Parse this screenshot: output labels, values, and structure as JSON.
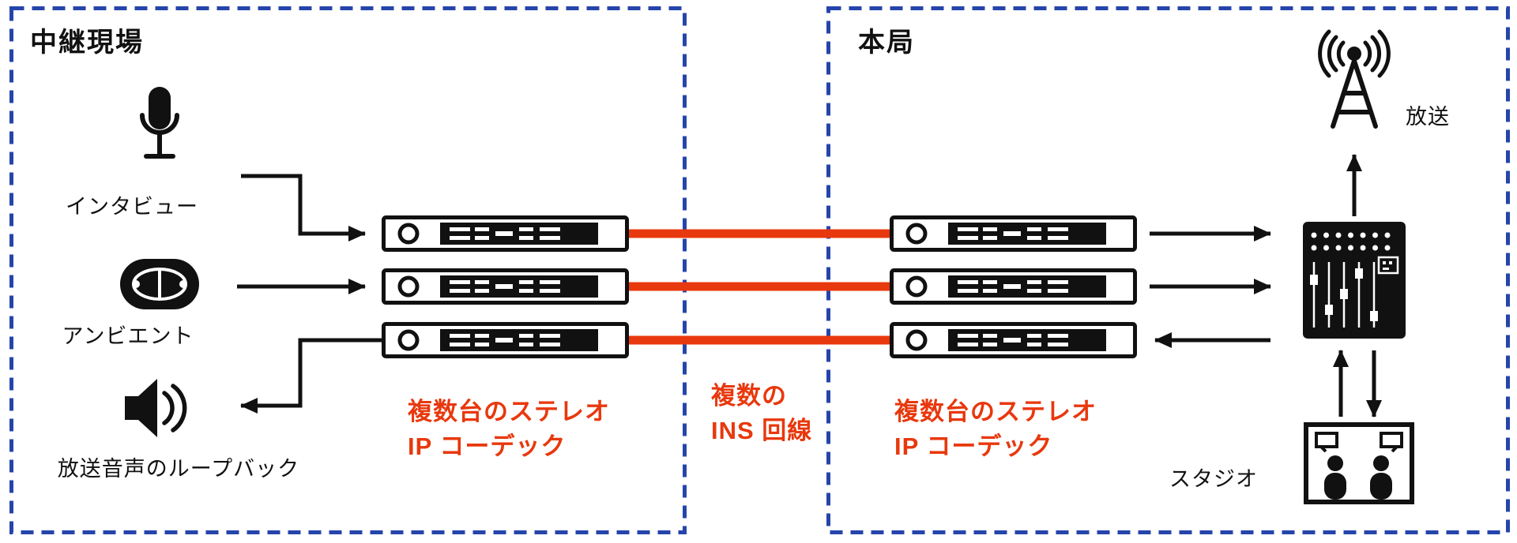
{
  "diagram": {
    "colors": {
      "frame_blue": "#2545ab",
      "accent_red": "#e8380d",
      "ink_black": "#111111"
    },
    "remote_site": {
      "title": "中継現場",
      "interview_label": "インタビュー",
      "ambient_label": "アンビエント",
      "loopback_label": "放送音声のループバック",
      "codec_caption_line1": "複数台のステレオ",
      "codec_caption_line2": "IP コーデック"
    },
    "link": {
      "caption_line1": "複数の",
      "caption_line2": "INS 回線"
    },
    "main_station": {
      "title": "本局",
      "codec_caption_line1": "複数台のステレオ",
      "codec_caption_line2": "IP コーデック",
      "broadcast_label": "放送",
      "studio_label": "スタジオ"
    }
  }
}
